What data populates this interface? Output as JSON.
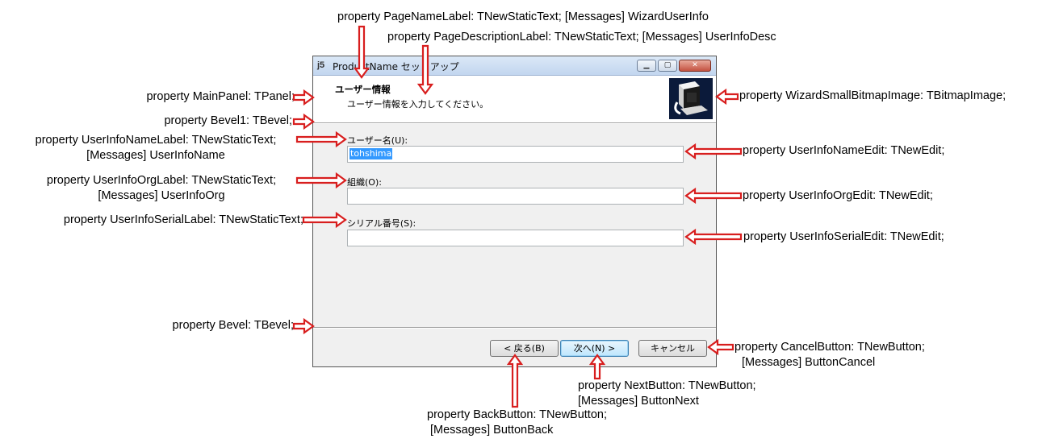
{
  "dialog": {
    "title": "ProductName セットアップ",
    "page_name": "ユーザー情報",
    "page_description": "ユーザー情報を入力してください。",
    "user_name_label": "ユーザー名(U):",
    "user_name_value": "tohshima",
    "org_label": "組織(O):",
    "serial_label": "シリアル番号(S):",
    "back_button": "< 戻る(B)",
    "next_button": "次へ(N) >",
    "cancel_button": "キャンセル"
  },
  "annotations": {
    "page_name_label": "property PageNameLabel: TNewStaticText;  [Messages] WizardUserInfo",
    "page_description_label": "property PageDescriptionLabel: TNewStaticText;  [Messages] UserInfoDesc",
    "main_panel": "property MainPanel: TPanel;",
    "bevel1": "property Bevel1: TBevel;",
    "user_info_name_label_1": "property UserInfoNameLabel: TNewStaticText;",
    "user_info_name_label_2": "[Messages] UserInfoName",
    "user_info_org_label_1": "property UserInfoOrgLabel: TNewStaticText;",
    "user_info_org_label_2": "[Messages] UserInfoOrg",
    "user_info_serial_label": "property UserInfoSerialLabel: TNewStaticText;",
    "bevel": "property Bevel: TBevel;",
    "wizard_small_bitmap": "property WizardSmallBitmapImage: TBitmapImage;",
    "user_info_name_edit": "property UserInfoNameEdit: TNewEdit;",
    "user_info_org_edit": "property UserInfoOrgEdit: TNewEdit;",
    "user_info_serial_edit": "property UserInfoSerialEdit: TNewEdit;",
    "cancel_button_1": "property CancelButton: TNewButton;",
    "cancel_button_2": "[Messages] ButtonCancel",
    "next_button_1": "property NextButton: TNewButton;",
    "next_button_2": "[Messages] ButtonNext",
    "back_button_1": "property BackButton: TNewButton;",
    "back_button_2": "[Messages] ButtonBack"
  },
  "colors": {
    "arrow_stroke": "#d81e1e",
    "dialog_background": "#f0f0f0",
    "bitmap_background": "#0b1a3a"
  }
}
